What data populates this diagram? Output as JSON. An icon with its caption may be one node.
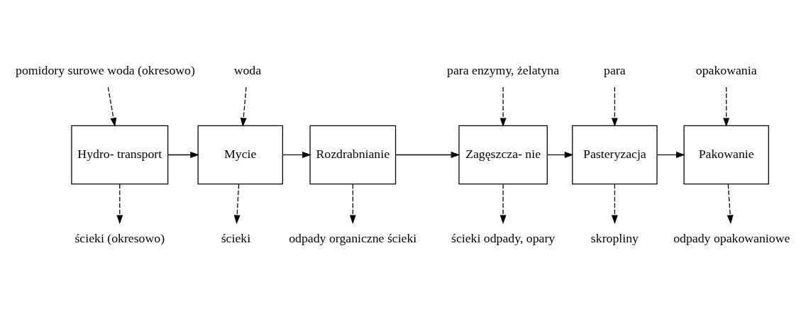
{
  "diagram": {
    "nodes": [
      {
        "text": [
          "pomidory surowe woda (okresowo)"
        ]
      },
      {
        "text": [
          "woda"
        ]
      },
      {
        "text": [
          "para enzymy, żelatyna"
        ]
      },
      {
        "text": [
          "para"
        ]
      },
      {
        "text": [
          "opakowania"
        ]
      },
      {
        "text": [
          "Hydro- transport"
        ]
      },
      {
        "text": [
          "Mycie"
        ]
      },
      {
        "text": [
          "Rozdrabnianie"
        ]
      },
      {
        "text": [
          "Zagęszcza- nie"
        ]
      },
      {
        "text": [
          "Pasteryzacja"
        ]
      },
      {
        "text": [
          "Pakowanie"
        ]
      },
      {
        "text": [
          "ścieki (okresowo)"
        ]
      },
      {
        "text": [
          "ścieki"
        ]
      },
      {
        "text": [
          "odpady organiczne ścieki"
        ]
      },
      {
        "text": [
          "ścieki odpady, opary"
        ]
      },
      {
        "text": [
          "skropliny"
        ]
      },
      {
        "text": [
          "odpady opakowaniowe"
        ]
      }
    ],
    "edges": [
      {
        "from": 0,
        "to": 5,
        "arrow": "to",
        "style": "dashed"
      },
      {
        "from": 1,
        "to": 6,
        "arrow": "to",
        "style": "dashed"
      },
      {
        "from": 2,
        "to": 8,
        "arrow": "to",
        "style": "dashed"
      },
      {
        "from": 3,
        "to": 9,
        "arrow": "to",
        "style": "dashed"
      },
      {
        "from": 4,
        "to": 10,
        "arrow": "to",
        "style": "dashed"
      },
      {
        "from": 5,
        "to": 6,
        "arrow": "to"
      },
      {
        "from": 6,
        "to": 7,
        "arrow": "to"
      },
      {
        "from": 7,
        "to": 8,
        "arrow": "to"
      },
      {
        "from": 8,
        "to": 9,
        "arrow": "to"
      },
      {
        "from": 9,
        "to": 10,
        "arrow": "to"
      },
      {
        "from": 5,
        "to": 11,
        "arrow": "to",
        "style": "dashed"
      },
      {
        "from": 6,
        "to": 12,
        "arrow": "to",
        "style": "dashed"
      },
      {
        "from": 7,
        "to": 13,
        "arrow": "to",
        "style": "dashed"
      },
      {
        "from": 8,
        "to": 14,
        "arrow": "to",
        "style": "dashed"
      },
      {
        "from": 9,
        "to": 15,
        "arrow": "to",
        "style": "dashed"
      },
      {
        "from": 10,
        "to": 16,
        "arrow": "to",
        "style": "dashed"
      }
    ]
  }
}
